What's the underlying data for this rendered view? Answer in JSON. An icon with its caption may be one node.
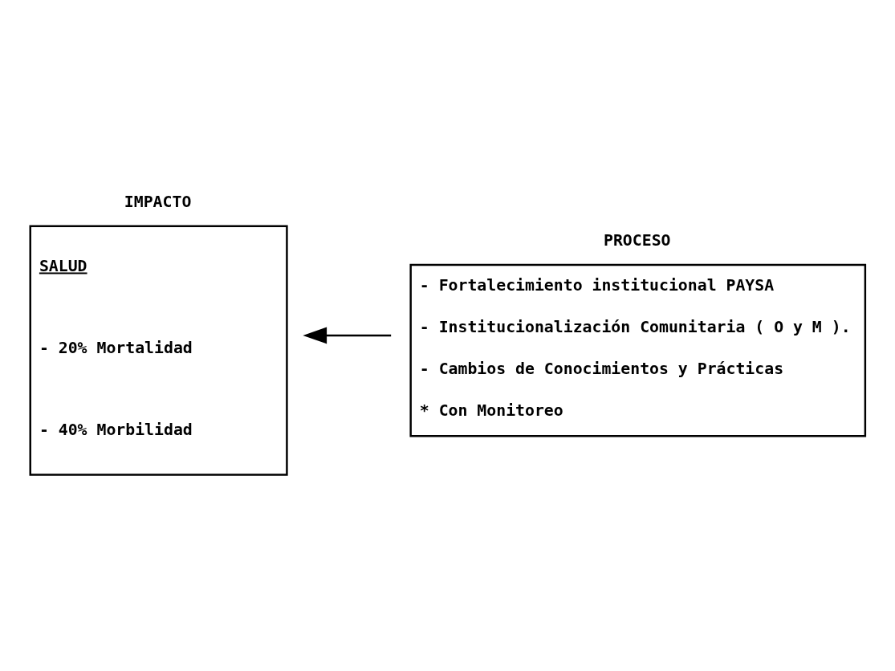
{
  "diagram": {
    "nodes": [
      {
        "text": [
          "IMPACTO",
          "SALUD",
          "- 20% Mortalidad",
          "- 40% Morbilidad"
        ]
      },
      {
        "text": [
          "PROCESO",
          "- Fortalecimiento institucional PAYSA",
          "- Institucionalización Comunitaria ( O y M ).",
          "- Cambios de Conocimientos y Prácticas",
          "* Con Monitoreo"
        ]
      }
    ],
    "edges": [
      {
        "from": 1,
        "to": 0,
        "arrow": "to"
      }
    ]
  }
}
